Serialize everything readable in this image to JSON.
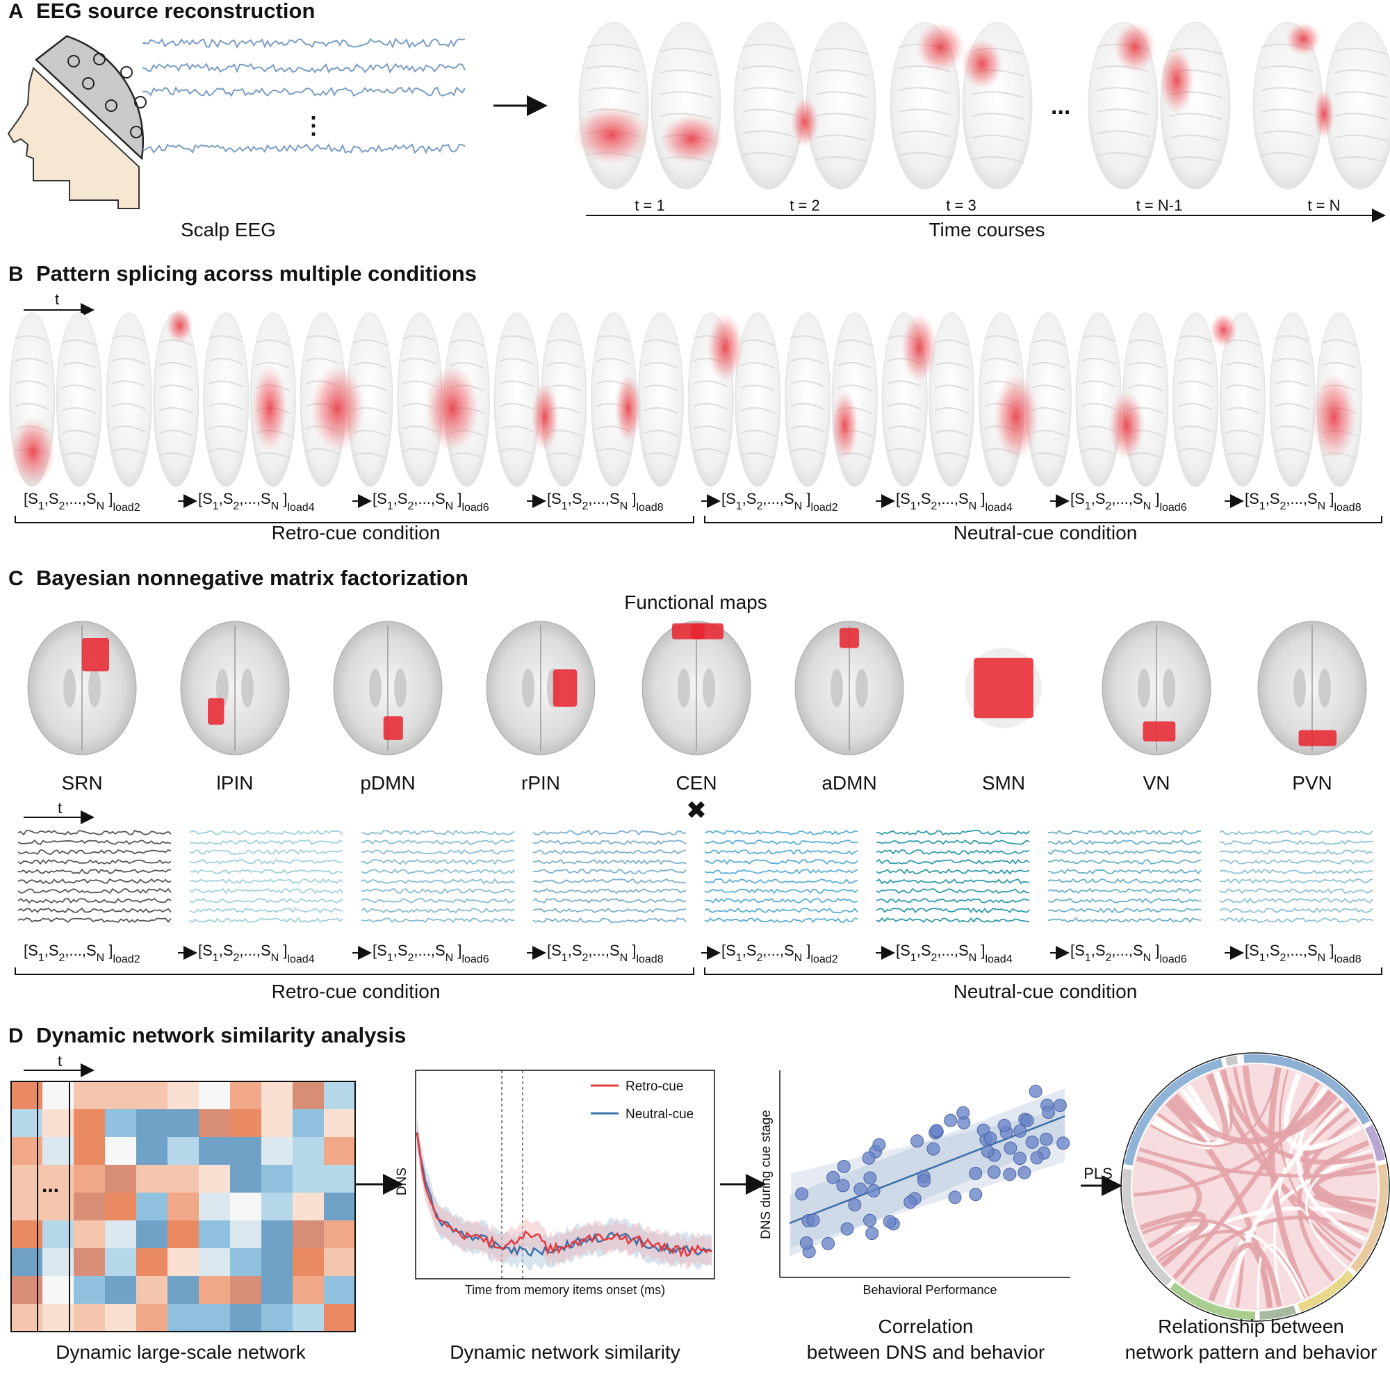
{
  "panels": {
    "A": {
      "letter": "A",
      "title": "EEG source reconstruction",
      "scalp_label": "Scalp EEG",
      "time_labels": [
        "t = 1",
        "t = 2",
        "t = 3",
        "t = N-1",
        "t = N"
      ],
      "ellipsis": "...",
      "dots": "⋮",
      "axis_label": "Time courses"
    },
    "B": {
      "letter": "B",
      "title": "Pattern splicing acorss multiple conditions",
      "t_label": "t",
      "retro_label": "Retro-cue condition",
      "neutral_label": "Neutral-cue condition"
    },
    "C": {
      "letter": "C",
      "title": "Bayesian nonnegative matrix factorization",
      "maps_label": "Functional maps",
      "networks": [
        "SRN",
        "lPIN",
        "pDMN",
        "rPIN",
        "CEN",
        "aDMN",
        "SMN",
        "VN",
        "PVN"
      ],
      "times_symbol": "✖",
      "t_label": "t",
      "retro_label": "Retro-cue condition",
      "neutral_label": "Neutral-cue condition"
    },
    "D": {
      "letter": "D",
      "title": "Dynamic network similarity analysis",
      "t_label": "t",
      "matrix_dots": "...",
      "matrix_caption": "Dynamic large-scale network",
      "dns_ylabel": "DNS",
      "dns_xlabel": "Time from memory items onset (ms)",
      "legend_retro": "Retro-cue",
      "legend_neutral": "Neutral-cue",
      "dns_caption": "Dynamic network similarity",
      "scatter_ylabel": "DNS during cue stage",
      "scatter_xlabel": "Behavioral Performance",
      "corr_caption_1": "Correlation",
      "corr_caption_2": "between DNS and behavior",
      "pls_label": "PLS",
      "chord_caption_1": "Relationship between",
      "chord_caption_2": "network pattern and behavior"
    }
  },
  "seq_label": {
    "open": "[S",
    "mid": ",S",
    "tail": ",...,S",
    "sub1": "1",
    "sub2": "2",
    "subN": "N",
    "close": "]",
    "loads": [
      "load2",
      "load4",
      "load6",
      "load8",
      "load2",
      "load4",
      "load6",
      "load8"
    ]
  },
  "colors": {
    "red": "#e03a3e",
    "blue": "#3b6fa8",
    "eeg_trace": "#7b9cc4",
    "scatter": "#6b86c8",
    "head_fill": "#f6e7d2",
    "cap_fill": "#c9c9c9"
  }
}
